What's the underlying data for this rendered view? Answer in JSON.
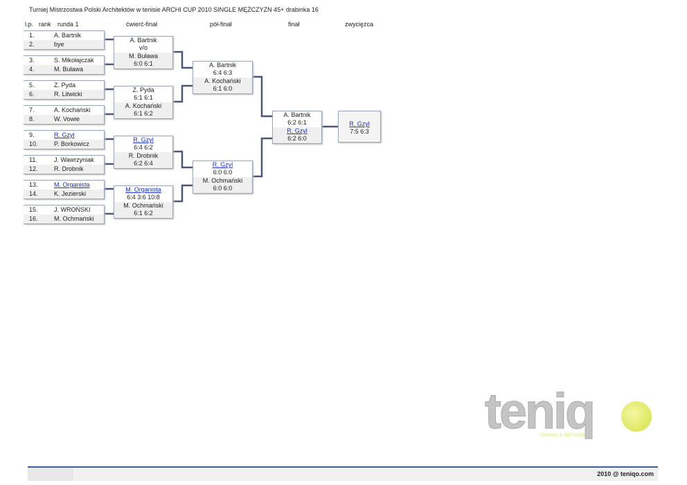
{
  "title": "Turniej Mistrzostwa Polski Architektów w tenisie ARCHI CUP 2010 SINGLE MĘŻCZYZN 45+ drabinka 16",
  "headers": {
    "lp": "l.p.",
    "rank": "rank",
    "round1": "runda 1",
    "qf": "ćwierć-finał",
    "sf": "pół-finał",
    "final": "finał",
    "winner": "zwycięzca"
  },
  "round1": [
    {
      "n1": "1.",
      "p1": "A. Bartnik",
      "l1": false,
      "n2": "2.",
      "p2": "bye",
      "l2": false
    },
    {
      "n1": "3.",
      "p1": "S. Mikołajczak",
      "l1": false,
      "n2": "4.",
      "p2": "M. Buława",
      "l2": false
    },
    {
      "n1": "5.",
      "p1": "Z. Pyda",
      "l1": false,
      "n2": "6.",
      "p2": "R. Litwicki",
      "l2": false
    },
    {
      "n1": "7.",
      "p1": "A. Kochański",
      "l1": false,
      "n2": "8.",
      "p2": "W. Vowie",
      "l2": false
    },
    {
      "n1": "9.",
      "p1": "R. Gzyl",
      "l1": true,
      "n2": "10.",
      "p2": "P. Borkowicz",
      "l2": false
    },
    {
      "n1": "11.",
      "p1": "J. Wawrzyniak",
      "l1": false,
      "n2": "12.",
      "p2": "R. Drobnik",
      "l2": false
    },
    {
      "n1": "13.",
      "p1": "M. Organista",
      "l1": true,
      "n2": "14.",
      "p2": "K. Jezierski",
      "l2": false
    },
    {
      "n1": "15.",
      "p1": "J. WROŃSKI",
      "l1": false,
      "n2": "16.",
      "p2": "M. Ochmański",
      "l2": false
    }
  ],
  "quarterfinals": [
    {
      "p1": "A. Bartnik",
      "l1": false,
      "s1": "v/o",
      "p2": "M. Buława",
      "l2": false,
      "s2": "6:0 6:1"
    },
    {
      "p1": "Z. Pyda",
      "l1": false,
      "s1": "6:1 6:1",
      "p2": "A. Kochański",
      "l2": false,
      "s2": "6:1 6:2"
    },
    {
      "p1": "R. Gzyl",
      "l1": true,
      "s1": "6:4 6:2",
      "p2": "R. Drobnik",
      "l2": false,
      "s2": "6:2 6:4"
    },
    {
      "p1": "M. Organista",
      "l1": true,
      "s1": "6:4 3:6 10:8",
      "p2": "M. Ochmański",
      "l2": false,
      "s2": "6:1 6:2"
    }
  ],
  "semifinals": [
    {
      "p1": "A. Bartnik",
      "l1": false,
      "s1": "6:4 6:3",
      "p2": "A. Kochański",
      "l2": false,
      "s2": "6:1 6:0"
    },
    {
      "p1": "R. Gzyl",
      "l1": true,
      "s1": "6:0 6:0",
      "p2": "M. Ochmański",
      "l2": false,
      "s2": "6:0 6:0"
    }
  ],
  "final": {
    "p1": "A. Bartnik",
    "l1": false,
    "s1": "6:2 6:1",
    "p2": "R. Gzyl",
    "l2": true,
    "s2": "6:2 6:0"
  },
  "winner": {
    "name": "R. Gzyl",
    "score": "7:5 6:3"
  },
  "logo": {
    "word": "teniq",
    "tagline": "TENNIS & BEYOND"
  },
  "footer": "2010 @ teniqo.com",
  "colors": {
    "link": "#1a2fd0",
    "line": "#4a5578",
    "footer_rule": "#3d5fa8"
  }
}
